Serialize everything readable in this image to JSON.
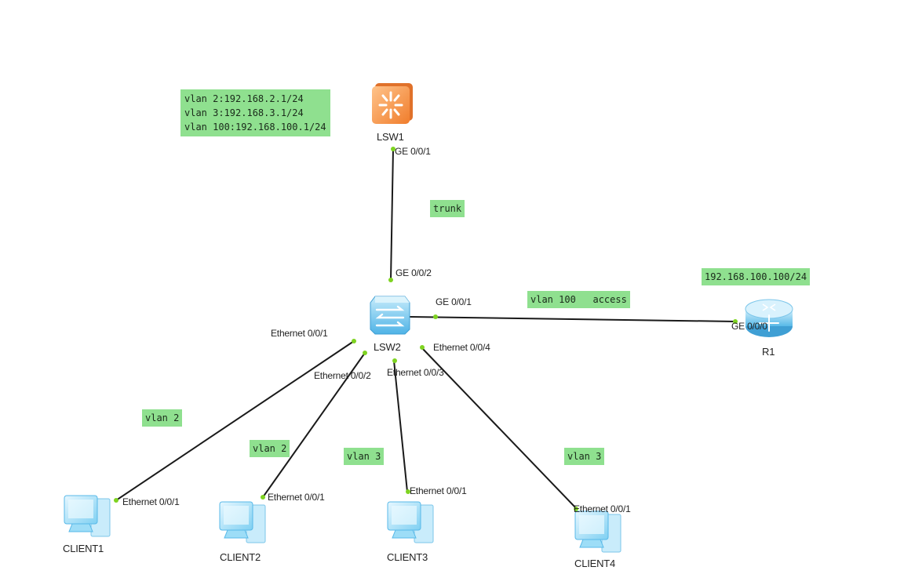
{
  "devices": {
    "lsw1": "LSW1",
    "lsw2": "LSW2",
    "r1": "R1",
    "client1": "CLIENT1",
    "client2": "CLIENT2",
    "client3": "CLIENT3",
    "client4": "CLIENT4"
  },
  "ports": {
    "lsw1_ge001": "GE 0/0/1",
    "lsw2_ge002": "GE 0/0/2",
    "lsw2_ge001": "GE 0/0/1",
    "r1_ge000": "GE 0/0/0",
    "lsw2_eth001": "Ethernet 0/0/1",
    "lsw2_eth002": "Ethernet 0/0/2",
    "lsw2_eth003": "Ethernet 0/0/3",
    "lsw2_eth004": "Ethernet 0/0/4",
    "client1_eth": "Ethernet 0/0/1",
    "client2_eth": "Ethernet 0/0/1",
    "client3_eth": "Ethernet 0/0/1",
    "client4_eth": "Ethernet 0/0/1"
  },
  "notes": {
    "vlan_ips": [
      "vlan 2:192.168.2.1/24",
      "vlan 3:192.168.3.1/24",
      "vlan 100:192.168.100.1/24"
    ],
    "trunk": "trunk",
    "access_vlan100": "vlan 100   access",
    "r1_ip": "192.168.100.100/24",
    "client1_vlan": "vlan 2",
    "client2_vlan": "vlan 2",
    "client3_vlan": "vlan 3",
    "client4_vlan": "vlan 3"
  },
  "colors": {
    "note_bg": "#8fe08f",
    "link": "#1a1a1a",
    "port_dot": "#7ed321",
    "core_switch": "#f59a4a",
    "access_switch": "#6cc4ef",
    "router": "#6cc4ef",
    "pc": "#7fd0f2"
  }
}
